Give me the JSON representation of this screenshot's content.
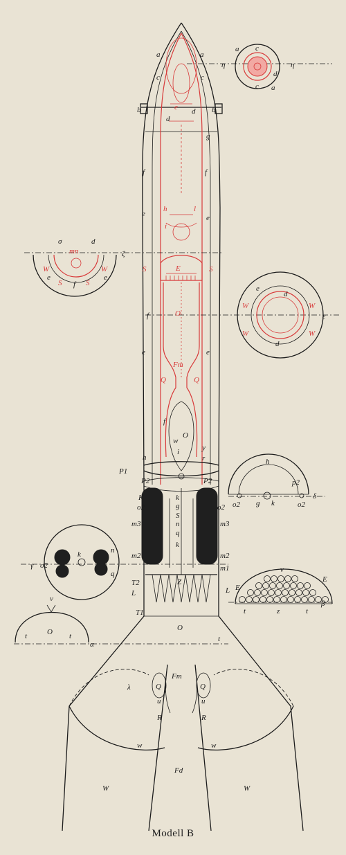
{
  "caption": "Modell B",
  "colors": {
    "paper": "#e9e3d4",
    "ink": "#1c1c1c",
    "red": "#d83a3a",
    "red_fill": "#f2a9a3"
  },
  "labels": {
    "eta": "η",
    "zeta": "ζ",
    "epsilon": "ε",
    "delta": "δ",
    "gamma": "γ",
    "beta": "β",
    "alpha": "α",
    "a": "a",
    "b": "b",
    "c": "c",
    "d": "d",
    "e": "e",
    "f": "f",
    "g": "g",
    "h": "h",
    "i": "i",
    "k": "k",
    "l": "l",
    "n": "n",
    "o": "o",
    "q": "q",
    "r": "r",
    "t": "t",
    "u": "u",
    "v": "v",
    "w": "w",
    "y": "y",
    "z": "z",
    "lambda": "λ",
    "sigma": "σ",
    "mn": "mn",
    "E": "E",
    "K": "K",
    "L": "L",
    "O": "O",
    "Q": "Q",
    "R": "R",
    "S": "S",
    "W": "W",
    "Z": "Z",
    "Fm": "Fm",
    "Fd": "Fd",
    "P1": "P1",
    "P2": "P2",
    "T1": "T1",
    "T2": "T2",
    "m1": "m1",
    "m2": "m2",
    "m3": "m3",
    "o2": "o2",
    "p2": "p2"
  }
}
